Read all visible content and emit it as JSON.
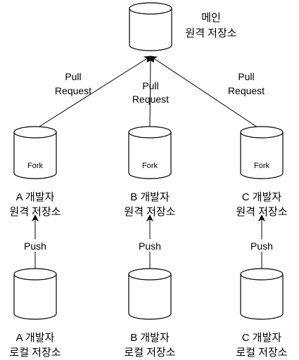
{
  "main_repo": {
    "line1": "메인",
    "line2": "원격 저장소"
  },
  "edges": {
    "left_label": [
      "Pull",
      "Request"
    ],
    "center_label": [
      "Pull",
      "Request"
    ],
    "right_label": [
      "Pull",
      "Request"
    ],
    "push_label": "Push"
  },
  "remotes": [
    {
      "cylinder_text": "Fork",
      "line1": "A 개발자",
      "line2": "원격 저장소"
    },
    {
      "cylinder_text": "Fork",
      "line1": "B 개발자",
      "line2": "원격 저장소"
    },
    {
      "cylinder_text": "Fork",
      "line1": "C 개발자",
      "line2": "원격 저장소"
    }
  ],
  "locals": [
    {
      "line1": "A 개발자",
      "line2": "로컬 저장소"
    },
    {
      "line1": "B 개발자",
      "line2": "로컬 저장소"
    },
    {
      "line1": "C 개발자",
      "line2": "로컬 저장소"
    }
  ],
  "colors": {
    "stroke": "#000000",
    "fill": "#ffffff",
    "background": "#ffffff"
  }
}
